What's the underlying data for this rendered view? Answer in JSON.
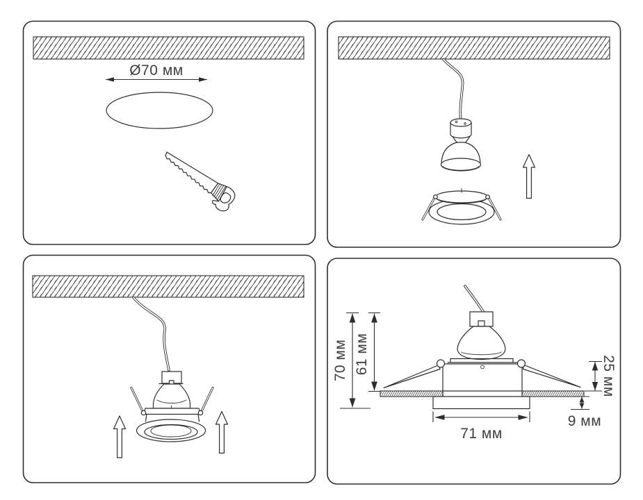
{
  "dims": {
    "hole_diameter": "Ø70 мм",
    "total_height": "70 мм",
    "recessed_height": "61 мм",
    "spring_range": "25 мм",
    "trim_depth": "9 мм",
    "trim_diameter": "71 мм"
  },
  "colors": {
    "line": "#2d2d2d",
    "text": "#3f3f3f",
    "background": "#ffffff"
  }
}
